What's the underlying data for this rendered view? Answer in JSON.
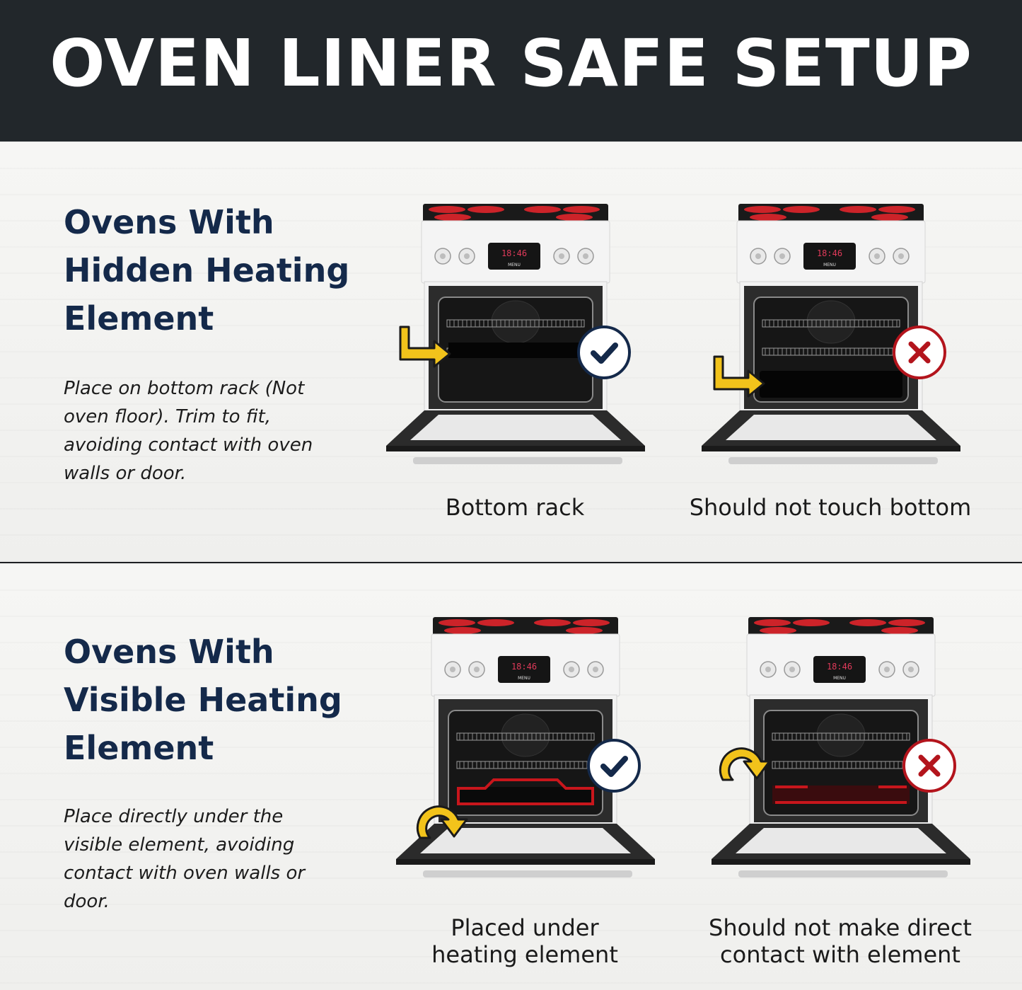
{
  "header": {
    "title": "OVEN LINER SAFE SETUP"
  },
  "sections": [
    {
      "title_lines": [
        "Ovens With",
        "Hidden Heating",
        "Element"
      ],
      "description": "Place on bottom rack (Not oven floor). Trim to fit, avoiding contact with oven walls or door.",
      "panels": [
        {
          "caption_lines": [
            "Bottom rack"
          ],
          "status": "correct",
          "liner_position": "bottom-rack",
          "element": "hidden",
          "arrow": "elbow"
        },
        {
          "caption_lines": [
            "Should not touch bottom"
          ],
          "status": "incorrect",
          "liner_position": "oven-floor",
          "element": "hidden",
          "arrow": "elbow"
        }
      ]
    },
    {
      "title_lines": [
        "Ovens With",
        "Visible Heating",
        "Element"
      ],
      "description": "Place directly under the visible element, avoiding contact with oven walls or door.",
      "panels": [
        {
          "caption_lines": [
            "Placed under",
            "heating element"
          ],
          "status": "correct",
          "liner_position": "under-element",
          "element": "visible",
          "arrow": "curved"
        },
        {
          "caption_lines": [
            "Should not make direct",
            "contact with element"
          ],
          "status": "incorrect",
          "liner_position": "on-element",
          "element": "visible",
          "arrow": "curved"
        }
      ]
    }
  ],
  "oven_display": {
    "time": "18:46",
    "menu_label": "MENU"
  },
  "colors": {
    "header_bg": "#22272b",
    "title_navy": "#14294a",
    "check_navy": "#14294a",
    "cross_red": "#b3141c",
    "arrow_yellow": "#f2c31b",
    "burner_red": "#e0252b",
    "element_red": "#c8161c"
  },
  "icons": {
    "correct": "check-icon",
    "incorrect": "cross-icon",
    "pointer": "arrow-icon"
  }
}
